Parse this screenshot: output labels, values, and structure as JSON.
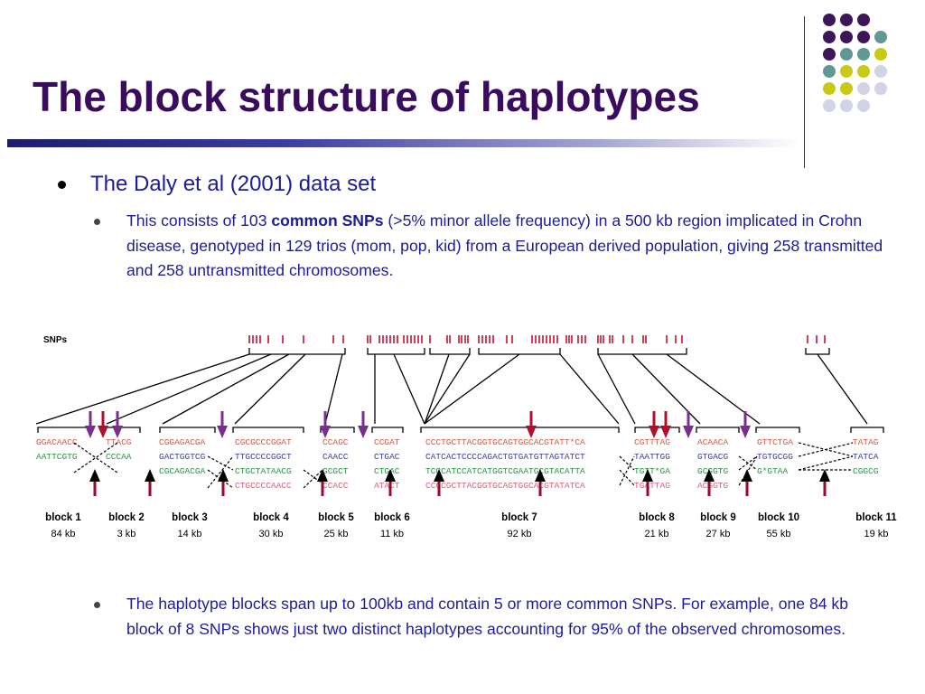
{
  "slide": {
    "title": "The block structure of haplotypes",
    "bullet1": "The Daly et al (2001) data set",
    "sub1": {
      "before": "This consists of 103 ",
      "bold": "common SNPs",
      "after": " (>5% minor allele frequency) in a 500 kb region implicated in Crohn disease, genotyped in 129 trios (mom, pop, kid) from a European derived population, giving 258 transmitted and 258 untransmitted chromosomes."
    },
    "sub2": "The haplotype blocks span up to 100kb and contain 5 or more common SNPs. For example, one 84 kb block of 8 SNPs shows just two distinct haplotypes accounting for 95% of the observed chromosomes."
  },
  "colors": {
    "title": "#3a0c5e",
    "text": "#1b1b9c",
    "hap_red": "#e0533a",
    "hap_blue": "#3a3aa6",
    "hap_green": "#1f9a3a",
    "hap_pink": "#e85878",
    "arrow_down_purple": "#7a2e8e",
    "arrow_down_red": "#b01030",
    "arrow_up": "#9a0a2a",
    "snp_tick": "#c8102e",
    "dot_purple": "#3d1659",
    "dot_teal": "#5f9896",
    "dot_yellow": "#c9c91a",
    "dot_lavender": "#d3d3e6"
  },
  "figure": {
    "snp_label": "SNPs",
    "blocks": [
      {
        "name": "block 1",
        "size": "84 kb",
        "haps": [
          {
            "seq": "GGACAACC",
            "color": "red"
          },
          {
            "seq": "AATTCGTG",
            "color": "green"
          }
        ]
      },
      {
        "name": "block 2",
        "size": "3 kb",
        "haps": [
          {
            "seq": "TTACG",
            "color": "red"
          },
          {
            "seq": "CCCAA",
            "color": "green"
          }
        ]
      },
      {
        "name": "block 3",
        "size": "14 kb",
        "haps": [
          {
            "seq": "CGGAGACGA",
            "color": "red"
          },
          {
            "seq": "GACTGGTCG",
            "color": "blue"
          },
          {
            "seq": "CGCAGACGA",
            "color": "green"
          }
        ]
      },
      {
        "name": "block 4",
        "size": "30 kb",
        "haps": [
          {
            "seq": "CGCGCCCGGAT",
            "color": "red"
          },
          {
            "seq": "TTGCCCCGGCT",
            "color": "blue"
          },
          {
            "seq": "CTGCTATAACG",
            "color": "green"
          },
          {
            "seq": "CTGCCCCAACC",
            "color": "pink"
          }
        ]
      },
      {
        "name": "block 5",
        "size": "25 kb",
        "haps": [
          {
            "seq": "CCAGC",
            "color": "red"
          },
          {
            "seq": "CAACC",
            "color": "blue"
          },
          {
            "seq": "GCGCT",
            "color": "green"
          },
          {
            "seq": "CCACC",
            "color": "pink"
          }
        ]
      },
      {
        "name": "block 6",
        "size": "11 kb",
        "haps": [
          {
            "seq": "CCGAT",
            "color": "red"
          },
          {
            "seq": "CTGAC",
            "color": "blue"
          },
          {
            "seq": "CTGAC",
            "color": "green"
          },
          {
            "seq": "ATACT",
            "color": "pink"
          }
        ]
      },
      {
        "name": "block 7",
        "size": "92 kb",
        "haps": [
          {
            "seq": "CCCTGCTTACGGTGCAGTGGCACGTATT*CA",
            "color": "red"
          },
          {
            "seq": "CATCACTCCCCAGACTGTGATGTTAGTATCT",
            "color": "blue"
          },
          {
            "seq": "TCCCATCCATCATGGTCGAATGCGTACATTA",
            "color": "green"
          },
          {
            "seq": "CCCCGCTTACGGTGCAGTGGCACGTATATCA",
            "color": "pink"
          }
        ]
      },
      {
        "name": "block 8",
        "size": "21 kb",
        "haps": [
          {
            "seq": "CGTTTAG",
            "color": "red"
          },
          {
            "seq": "TAATTGG",
            "color": "blue"
          },
          {
            "seq": "TGTT*GA",
            "color": "green"
          },
          {
            "seq": "TGATTAG",
            "color": "pink"
          }
        ]
      },
      {
        "name": "block 9",
        "size": "27 kb",
        "haps": [
          {
            "seq": "ACAACA",
            "color": "red"
          },
          {
            "seq": "GTGACG",
            "color": "blue"
          },
          {
            "seq": "GCGGTG",
            "color": "green"
          },
          {
            "seq": "ACGGTG",
            "color": "pink"
          }
        ]
      },
      {
        "name": "block 10",
        "size": "55 kb",
        "haps": [
          {
            "seq": "GTTCTGA",
            "color": "red"
          },
          {
            "seq": "TGTGCGG",
            "color": "blue"
          },
          {
            "seq": "G*GTAA",
            "color": "green"
          }
        ]
      },
      {
        "name": "block 11",
        "size": "19 kb",
        "haps": [
          {
            "seq": "TATAG",
            "color": "red"
          },
          {
            "seq": "TATCA",
            "color": "blue"
          },
          {
            "seq": "CGGCG",
            "color": "green"
          }
        ]
      }
    ]
  }
}
